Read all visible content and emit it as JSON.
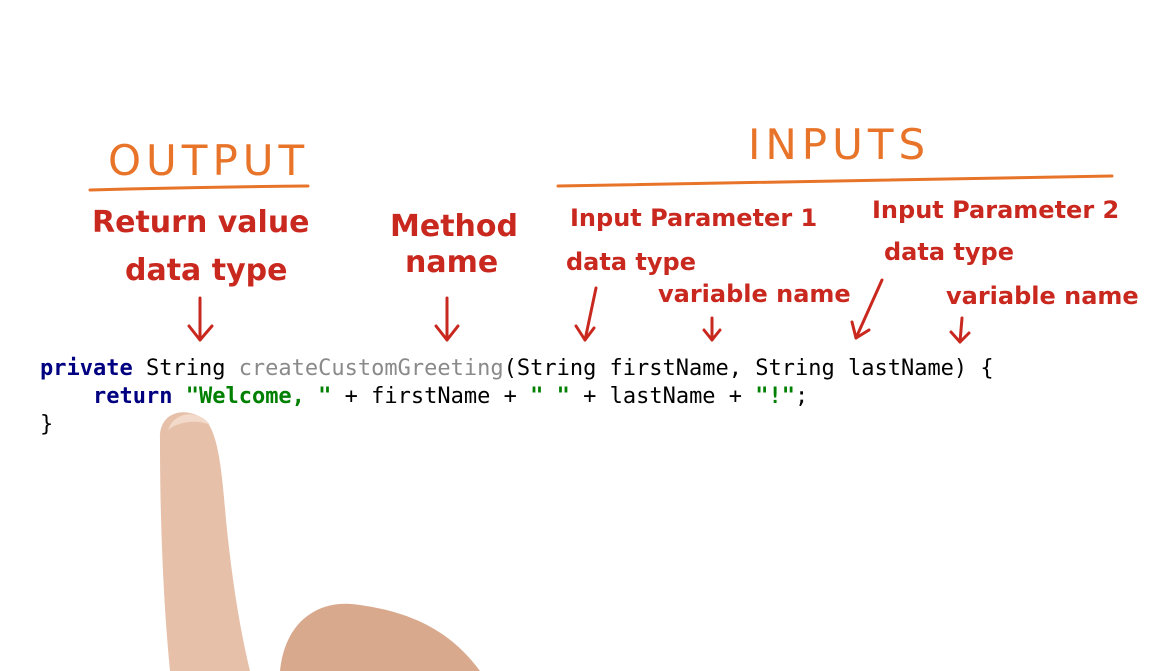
{
  "headings": {
    "output": "OUTPUT",
    "inputs": "INPUTS"
  },
  "annotations": {
    "return_value": "Return value",
    "return_type": "data type",
    "method": "Method",
    "method_name": "name",
    "param1_title": "Input Parameter 1",
    "param1_type": "data type",
    "param1_var": "variable name",
    "param2_title": "Input Parameter 2",
    "param2_type": "data type",
    "param2_var": "variable name"
  },
  "code": {
    "line1": {
      "modifier": "private",
      "return_type": " String ",
      "method_name": "createCustomGreeting",
      "params": "(String firstName, String lastName) {"
    },
    "line2": {
      "indent": "    ",
      "keyword": "return",
      "space": " ",
      "str1": "\"Welcome, \"",
      "mid1": " + firstName + ",
      "str2": "\" \"",
      "mid2": " + lastName + ",
      "str3": "\"!\"",
      "end": ";"
    },
    "line3": "}"
  },
  "colors": {
    "heading": "#e8742a",
    "annotation": "#c9281f",
    "keyword": "#000080",
    "method": "#8a8a8a",
    "string": "#008000"
  }
}
